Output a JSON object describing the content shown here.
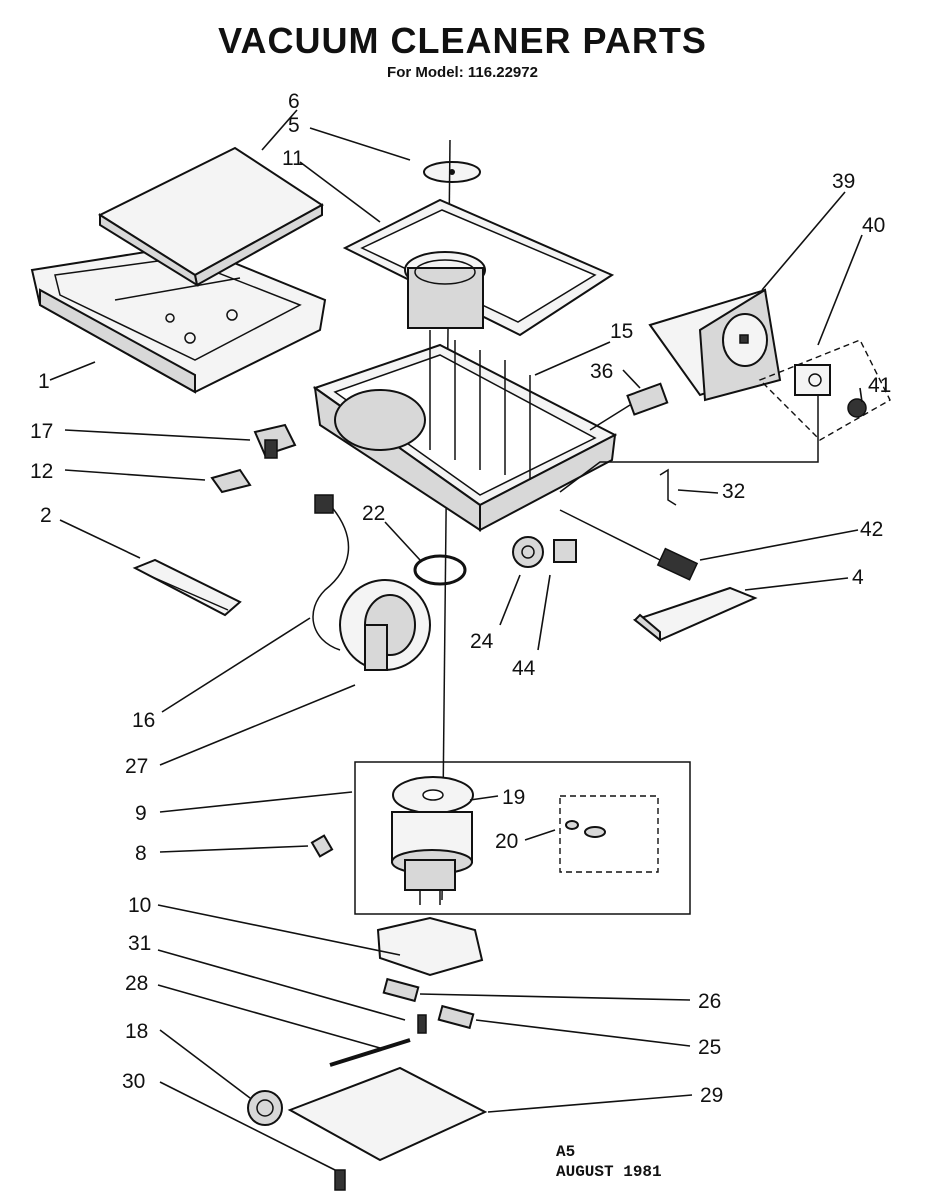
{
  "header": {
    "title": "VACUUM CLEANER PARTS",
    "subtitle": "For Model: 116.22972"
  },
  "footer": {
    "code": "A5",
    "date": "AUGUST 1981"
  },
  "callouts": {
    "c1": "1",
    "c2": "2",
    "c4": "4",
    "c5": "5",
    "c6": "6",
    "c8": "8",
    "c9": "9",
    "c10": "10",
    "c11": "11",
    "c12": "12",
    "c15": "15",
    "c16": "16",
    "c17": "17",
    "c18": "18",
    "c19": "19",
    "c20": "20",
    "c22": "22",
    "c24": "24",
    "c25": "25",
    "c26": "26",
    "c27": "27",
    "c28": "28",
    "c29": "29",
    "c30": "30",
    "c31": "31",
    "c32": "32",
    "c36": "36",
    "c39": "39",
    "c40": "40",
    "c41": "41",
    "c42": "42",
    "c44": "44"
  }
}
